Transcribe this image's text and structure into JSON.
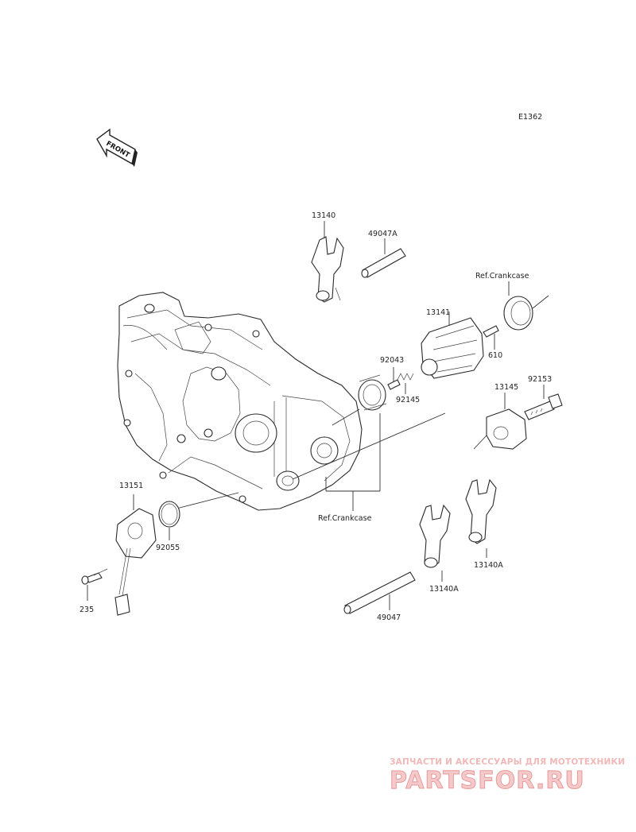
{
  "diagram_code": "E1362",
  "front_label": "FRONT",
  "parts": {
    "p13140": "13140",
    "p49047A": "49047A",
    "ref_crankcase_top": "Ref.Crankcase",
    "p13141": "13141",
    "p610": "610",
    "p92043": "92043",
    "p92145": "92145",
    "p92153": "92153",
    "p13145": "13145",
    "p13151": "13151",
    "p92055": "92055",
    "ref_crankcase_bottom": "Ref.Crankcase",
    "p235": "235",
    "p13140A_right": "13140A",
    "p13140A_left": "13140A",
    "p49047": "49047"
  },
  "watermark": {
    "tagline": "ЗАПЧАСТИ И АКСЕССУАРЫ ДЛЯ МОТОТЕХНИКИ",
    "brand_logo": "PARTSFOR.RU"
  }
}
